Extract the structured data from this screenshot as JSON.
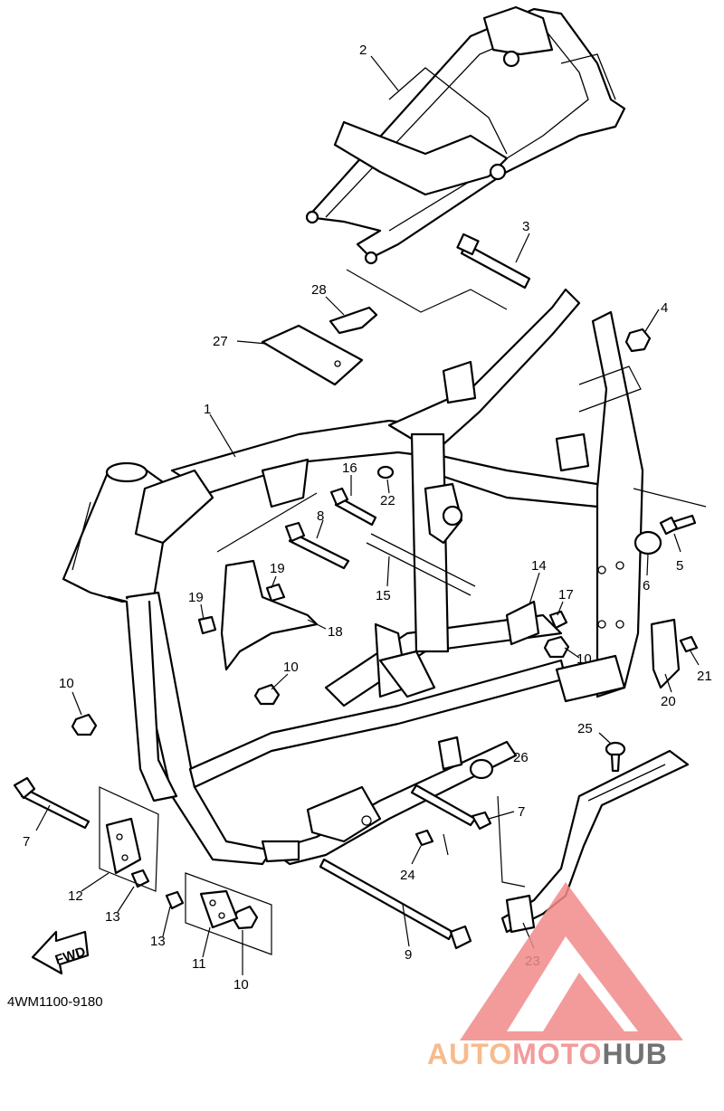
{
  "diagram": {
    "part_code": "4WM1100-9180",
    "direction_label": "FWD",
    "callouts": [
      {
        "id": "c1",
        "label": "1"
      },
      {
        "id": "c2",
        "label": "2"
      },
      {
        "id": "c3",
        "label": "3"
      },
      {
        "id": "c4",
        "label": "4"
      },
      {
        "id": "c5",
        "label": "5"
      },
      {
        "id": "c6",
        "label": "6"
      },
      {
        "id": "c7a",
        "label": "7"
      },
      {
        "id": "c7b",
        "label": "7"
      },
      {
        "id": "c8",
        "label": "8"
      },
      {
        "id": "c9",
        "label": "9"
      },
      {
        "id": "c10a",
        "label": "10"
      },
      {
        "id": "c10b",
        "label": "10"
      },
      {
        "id": "c10c",
        "label": "10"
      },
      {
        "id": "c10d",
        "label": "10"
      },
      {
        "id": "c11",
        "label": "11"
      },
      {
        "id": "c12",
        "label": "12"
      },
      {
        "id": "c13a",
        "label": "13"
      },
      {
        "id": "c13b",
        "label": "13"
      },
      {
        "id": "c14",
        "label": "14"
      },
      {
        "id": "c15",
        "label": "15"
      },
      {
        "id": "c16",
        "label": "16"
      },
      {
        "id": "c17",
        "label": "17"
      },
      {
        "id": "c18",
        "label": "18"
      },
      {
        "id": "c19a",
        "label": "19"
      },
      {
        "id": "c19b",
        "label": "19"
      },
      {
        "id": "c20",
        "label": "20"
      },
      {
        "id": "c21",
        "label": "21"
      },
      {
        "id": "c22",
        "label": "22"
      },
      {
        "id": "c23",
        "label": "23"
      },
      {
        "id": "c24",
        "label": "24"
      },
      {
        "id": "c25",
        "label": "25"
      },
      {
        "id": "c26",
        "label": "26"
      },
      {
        "id": "c27",
        "label": "27"
      },
      {
        "id": "c28",
        "label": "28"
      }
    ]
  },
  "watermark": {
    "part1": "AUTO",
    "part2": "MOTO",
    "part3": "HUB",
    "color_light": "#f6b07a",
    "color_mid": "#f28a8a",
    "color_dark": "#5a5a5a"
  }
}
